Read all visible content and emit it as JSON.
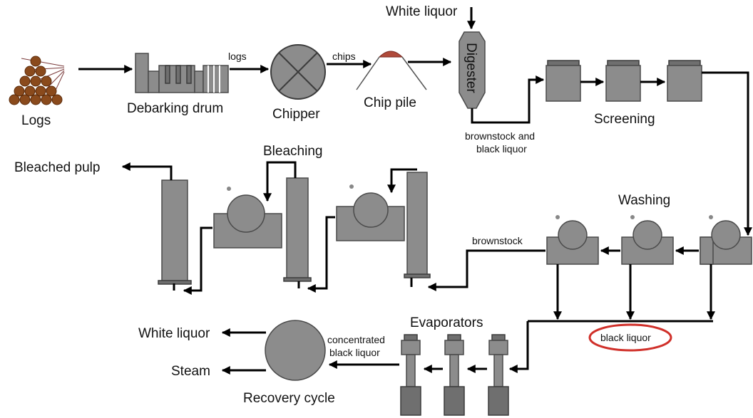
{
  "labels": {
    "logs": "Logs",
    "debarking_drum": "Debarking drum",
    "logs_flow": "logs",
    "chipper": "Chipper",
    "chips_flow": "chips",
    "chip_pile": "Chip pile",
    "white_liquor_in": "White liquor",
    "digester": "Digester",
    "brownstock_and": "brownstock and",
    "black_liquor_line": "black liquor",
    "screening": "Screening",
    "bleaching": "Bleaching",
    "bleached_pulp": "Bleached pulp",
    "washing": "Washing",
    "brownstock": "brownstock",
    "evaporators": "Evaporators",
    "black_liquor": "black liquor",
    "concentrated": "concentrated",
    "conc_black_liquor": "black liquor",
    "white_liquor_out": "White liquor",
    "steam": "Steam",
    "recovery_cycle": "Recovery cycle"
  },
  "colors": {
    "equipment": "#8c8c8c",
    "equipment_dark": "#6f6f6f",
    "logs": "#8a4a1c",
    "chip_pile": "#b04a3a",
    "highlight_ring": "#d0302a",
    "line": "#000000"
  }
}
